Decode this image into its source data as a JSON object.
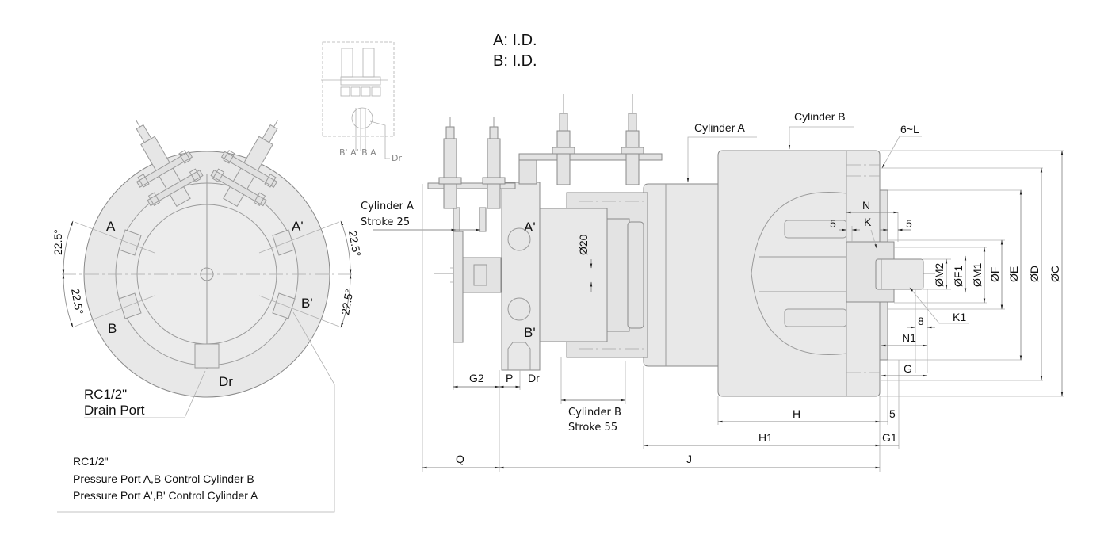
{
  "header": {
    "id_a": "A: I.D.",
    "id_b": "B: I.D."
  },
  "front_view": {
    "port_labels": {
      "a": "A",
      "a_prime": "A'",
      "b": "B",
      "b_prime": "B'",
      "drain": "Dr"
    },
    "angles": [
      "22.5°",
      "22.5°",
      "22.5°",
      "22.5°"
    ],
    "drain_note": {
      "line1": "RC1/2\"",
      "line2": "Drain Port"
    },
    "pressure_note": {
      "line1": "RC1/2\"",
      "line2": "Pressure Port A,B  Control Cylinder B",
      "line3": "Pressure Port A',B' Control Cylinder A"
    }
  },
  "schematic": {
    "port_labels": "B' A' B  A",
    "drain_label": "Dr"
  },
  "side_view": {
    "callouts": {
      "cylinder_a": "Cylinder A",
      "cylinder_b": "Cylinder B",
      "holes": "6~L",
      "cyl_a_stroke_line1": "Cylinder A",
      "cyl_a_stroke_line2": "Stroke 25",
      "cyl_b_stroke_line1": "Cylinder B",
      "cyl_b_stroke_line2": "Stroke 55",
      "port_a_prime": "A'",
      "port_b_prime": "B'",
      "dia_20": "Ø20"
    },
    "dimensions": {
      "vertical": [
        "ØM2",
        "ØF1",
        "ØM1",
        "ØF",
        "ØE",
        "ØD",
        "ØC"
      ],
      "N": "N",
      "K": "K",
      "K1": "K1",
      "five_left": "5",
      "five_right": "5",
      "five_bottom": "5",
      "eight": "8",
      "N1": "N1",
      "G": "G",
      "G1": "G1",
      "G2": "G2",
      "H": "H",
      "H1": "H1",
      "J": "J",
      "Q": "Q",
      "P": "P",
      "Dr": "Dr"
    }
  }
}
